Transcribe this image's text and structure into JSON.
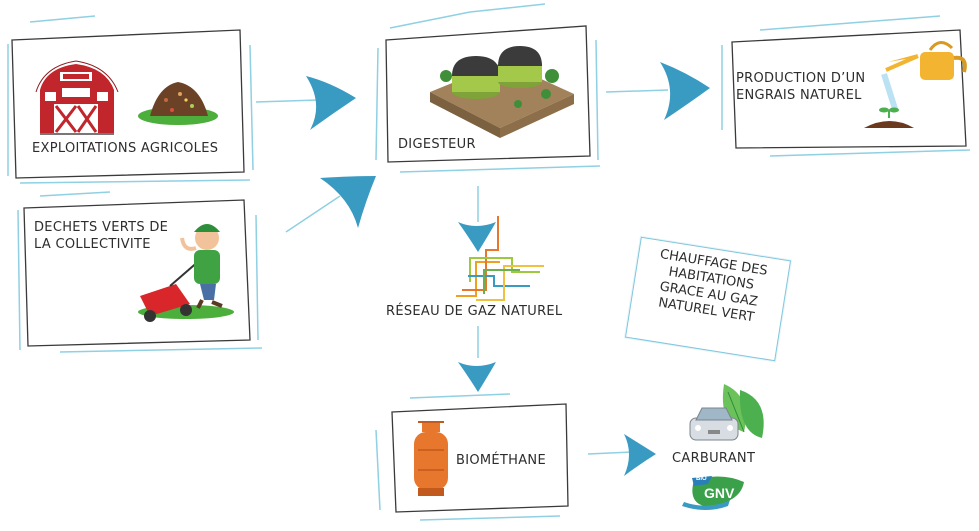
{
  "diagram": {
    "nodes": {
      "farms": "EXPLOITATIONS AGRICOLES",
      "green_waste": "DECHETS VERTS DE\nLA COLLECTIVITE",
      "digester": "DIGESTEUR",
      "fertilizer": "PRODUCTION D’UN\nENGRAIS NATUREL",
      "gas_network": "RÉSEAU DE GAZ NATUREL",
      "heating": "CHAUFFAGE DES\nHABITATIONS\nGRACE AU GAZ\nNATUREL VERT",
      "biomethane": "BIOMÉTHANE",
      "fuel": "CARBURANT"
    },
    "logo": {
      "bio": "BIO",
      "gnv": "GNV"
    },
    "colors": {
      "arrow": "#3a9bc2",
      "frame_accent": "#8fd0e3",
      "barn": "#c0262b",
      "digester_roof": "#3b3b3b",
      "digester_wall": "#a4c94a",
      "ground": "#9a7a55",
      "watering_can": "#f2b431",
      "bottle": "#e8772e",
      "leaf": "#4cb04f"
    },
    "icons": [
      "barn-icon",
      "compost-icon",
      "gardener-mower-icon",
      "digester-icon",
      "watering-can-plant-icon",
      "pipes-icon",
      "gas-bottle-icon",
      "car-leaves-icon",
      "bio-gnv-logo"
    ]
  }
}
